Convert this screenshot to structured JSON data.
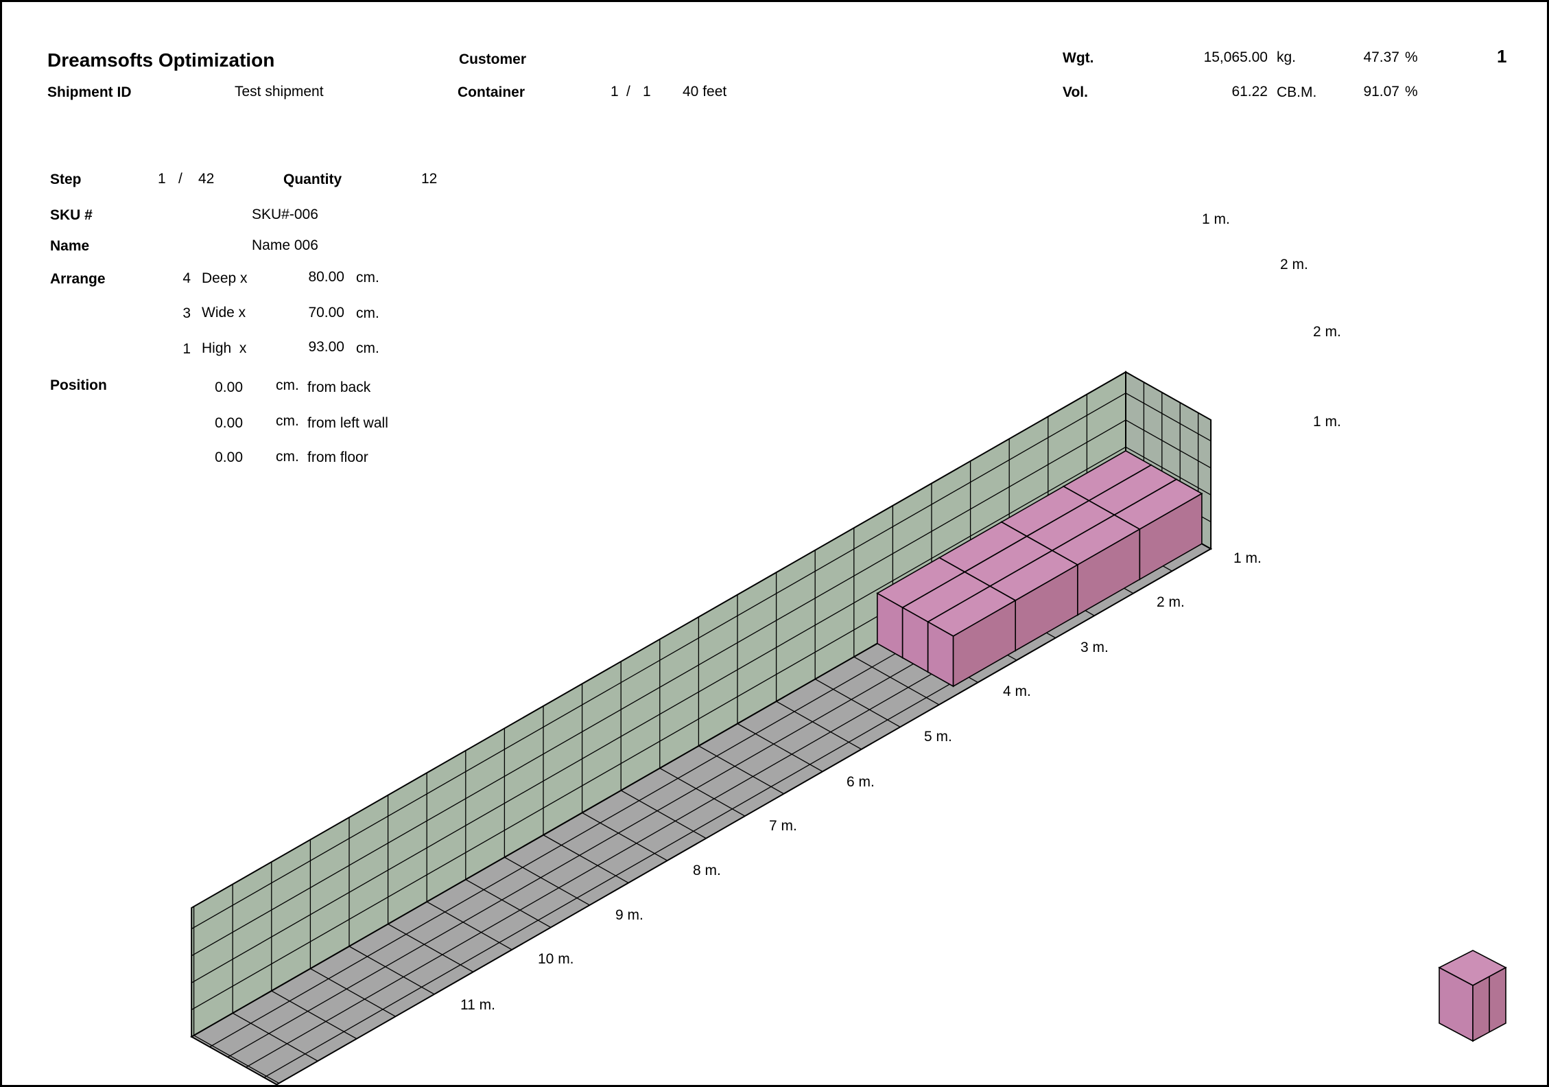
{
  "header": {
    "app_title": "Dreamsofts Optimization",
    "page_number": "1",
    "shipment_id_label": "Shipment ID",
    "shipment_id_value": "Test shipment",
    "customer_label": "Customer",
    "container_label": "Container",
    "container_index": "1",
    "container_sep": "/",
    "container_total": "1",
    "container_type": "40 feet",
    "wgt_label": "Wgt.",
    "wgt_value": "15,065.00",
    "wgt_unit": "kg.",
    "wgt_pct": "47.37",
    "vol_label": "Vol.",
    "vol_value": "61.22",
    "vol_unit": "CB.M.",
    "vol_pct": "91.07",
    "pct_sign": "%"
  },
  "details": {
    "step_label": "Step",
    "step_current": "1",
    "step_sep": "/",
    "step_total": "42",
    "quantity_label": "Quantity",
    "quantity_value": "12",
    "sku_label": "SKU #",
    "sku_value": "SKU#-006",
    "name_label": "Name",
    "name_value": "Name 006",
    "arrange_label": "Arrange",
    "arrange": [
      {
        "count": "4",
        "dir": "Deep x",
        "size": "80.00",
        "unit": "cm."
      },
      {
        "count": "3",
        "dir": "Wide x",
        "size": "70.00",
        "unit": "cm."
      },
      {
        "count": "1",
        "dir": "High  x",
        "size": "93.00",
        "unit": "cm."
      }
    ],
    "position_label": "Position",
    "position": [
      {
        "value": "0.00",
        "unit": "cm.",
        "ref": "from back"
      },
      {
        "value": "0.00",
        "unit": "cm.",
        "ref": "from left wall"
      },
      {
        "value": "0.00",
        "unit": "cm.",
        "ref": "from floor"
      }
    ]
  },
  "scene": {
    "length_labels": [
      "1 m.",
      "2 m.",
      "3 m.",
      "4 m.",
      "5 m.",
      "6 m.",
      "7 m.",
      "8 m.",
      "9 m.",
      "10 m.",
      "11 m."
    ],
    "top_labels": [
      "1 m.",
      "2 m."
    ],
    "side_labels": [
      "2 m.",
      "1 m."
    ],
    "colors": {
      "wall": "#a8b8a6",
      "back_wall": "#a6b2a6",
      "floor": "#a6a6a6",
      "box_top": "#cc8fb6",
      "box_front": "#c283ac",
      "box_side": "#b27494",
      "line": "#000000"
    }
  }
}
